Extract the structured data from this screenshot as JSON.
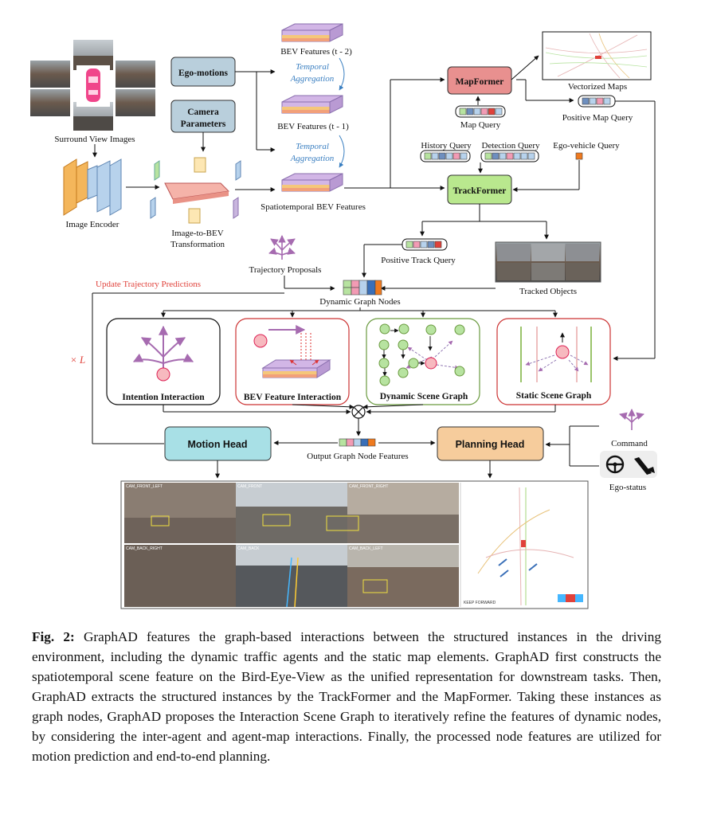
{
  "figure": {
    "surround_view_label": "Surround View Images",
    "image_encoder_label": "Image Encoder",
    "ego_motions_label": "Ego-motions",
    "camera_parameters_label_1": "Camera",
    "camera_parameters_label_2": "Parameters",
    "bev_t2_label": "BEV Features (t - 2)",
    "bev_t1_label": "BEV Features (t - 1)",
    "temporal_aggregation_1": "Temporal",
    "temporal_aggregation_2": "Aggregation",
    "spatiotemporal_label": "Spatiotemporal BEV Features",
    "image_to_bev_label_1": "Image-to-BEV",
    "image_to_bev_label_2": "Transformation",
    "mapformer_label": "MapFormer",
    "map_query_label": "Map Query",
    "vectorized_maps_label": "Vectorized Maps",
    "positive_map_query_label": "Positive Map Query",
    "history_query_label": "History Query",
    "detection_query_label": "Detection Query",
    "ego_vehicle_query_label": "Ego-vehicle Query",
    "trackformer_label": "TrackFormer",
    "positive_track_query_label": "Positive Track Query",
    "tracked_objects_label": "Tracked Objects",
    "trajectory_proposals_label": "Trajectory Proposals",
    "update_trajectory_label": "Update Trajectory Predictions",
    "dynamic_graph_nodes_label": "Dynamic Graph Nodes",
    "times_l_label": "× L",
    "intention_interaction_label": "Intention Interaction",
    "bev_feature_interaction_label": "BEV Feature Interaction",
    "dynamic_scene_graph_label": "Dynamic Scene Graph",
    "static_scene_graph_label": "Static Scene Graph",
    "motion_head_label": "Motion Head",
    "planning_head_label": "Planning Head",
    "output_graph_node_label": "Output Graph Node Features",
    "command_label": "Command",
    "ego_status_label": "Ego-status",
    "cam_labels": [
      "CAM_FRONT_LEFT",
      "CAM_FRONT",
      "CAM_FRONT_RIGHT",
      "CAM_BACK_RIGHT",
      "CAM_BACK",
      "CAM_BACK_LEFT"
    ],
    "keep_forward_label": "KEEP FORWARD"
  },
  "caption": {
    "label": "Fig. 2:",
    "text": " GraphAD features the graph-based interactions between the structured instances in the driving environment, including the dynamic traffic agents and the static map elements. GraphAD first constructs the spatiotemporal scene feature on the Bird-Eye-View as the unified representation for downstream tasks. Then, GraphAD extracts the structured instances by the TrackFormer and the MapFormer. Taking these instances as graph nodes, GraphAD proposes the Interaction Scene Graph to iteratively refine the features of dynamic nodes, by considering the inter-agent and agent-map interactions. Finally, the processed node features are utilized for motion prediction and end-to-end planning."
  },
  "colors": {
    "ego_box": "#b9cfdc",
    "mapformer": "#e8908f",
    "trackformer": "#b9e88e",
    "motion_head": "#a8e0e6",
    "planning_head": "#f6cc9c",
    "update_red": "#e0413a",
    "temporal_blue": "#3a7fc1",
    "purple_node": "#a66bb0"
  }
}
